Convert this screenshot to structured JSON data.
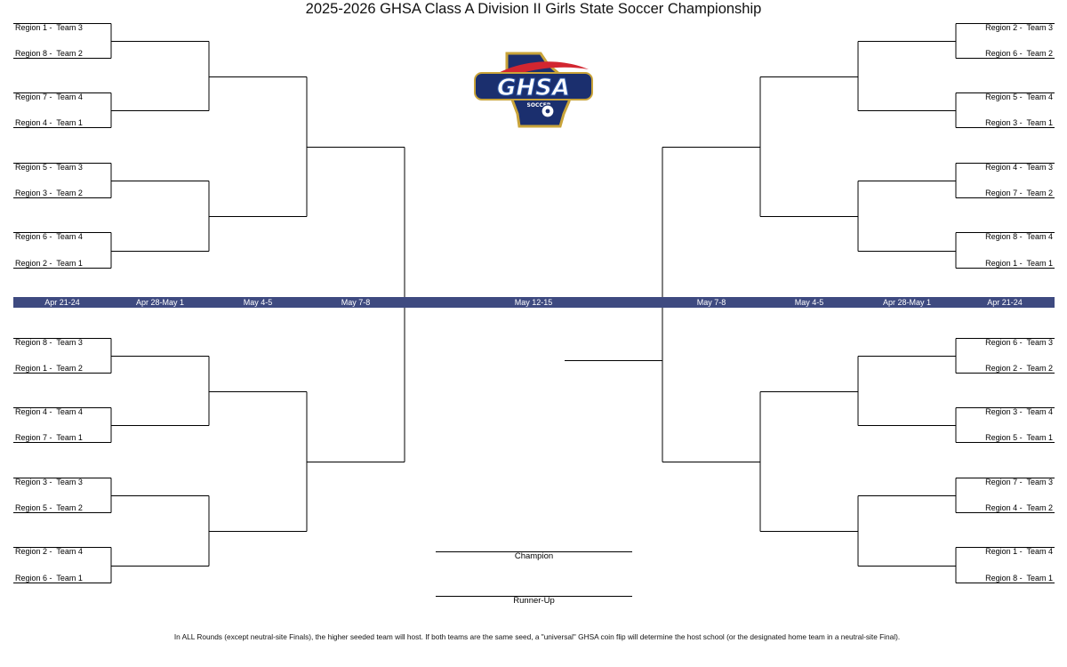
{
  "title": "2025-2026 GHSA Class A Division II Girls State Soccer Championship",
  "logo": {
    "icon": "ghsa-soccer-logo",
    "text": "GHSA",
    "subtext": "SOCCER",
    "colors": {
      "navy": "#1b2f6e",
      "red": "#d22630",
      "gold": "#c9a43a",
      "blue": "#2f5aa8"
    }
  },
  "dates": {
    "left": [
      "Apr 21-24",
      "Apr 28-May 1",
      "May 4-5",
      "May 7-8"
    ],
    "center": "May 12-15",
    "right": [
      "May 7-8",
      "May 4-5",
      "Apr 28-May 1",
      "Apr 21-24"
    ]
  },
  "bracket": {
    "top_left": [
      "Region 1 -  Team 3",
      "Region 8 -  Team 2",
      "Region 7 -  Team 4",
      "Region 4 -  Team 1",
      "Region 5 -  Team 3",
      "Region 3 -  Team 2",
      "Region 6 -  Team 4",
      "Region 2 -  Team 1"
    ],
    "bottom_left": [
      "Region 8 -  Team 3",
      "Region 1 -  Team 2",
      "Region 4 -  Team 4",
      "Region 7 -  Team 1",
      "Region 3 -  Team 3",
      "Region 5 -  Team 2",
      "Region 2 -  Team 4",
      "Region 6 -  Team 1"
    ],
    "top_right": [
      "Region 2 -  Team 3",
      "Region 6 -  Team 2",
      "Region 5 -  Team 4",
      "Region 3 -  Team 1",
      "Region 4 -  Team 3",
      "Region 7 -  Team 2",
      "Region 8 -  Team 4",
      "Region 1 -  Team 1"
    ],
    "bottom_right": [
      "Region 6 -  Team 3",
      "Region 2 -  Team 2",
      "Region 3 -  Team 4",
      "Region 5 -  Team 1",
      "Region 7 -  Team 3",
      "Region 4 -  Team 2",
      "Region 1 -  Team 4",
      "Region 8 -  Team 1"
    ]
  },
  "final": {
    "champion_label": "Champion",
    "runner_up_label": "Runner-Up"
  },
  "colors": {
    "date_bar": "#3e4a80",
    "line": "#000000"
  },
  "footnote": "In ALL Rounds (except neutral-site Finals), the higher seeded team will host. If both teams are the same seed, a \"universal\" GHSA coin flip will determine the host school (or the designated home team in a neutral-site Final)."
}
